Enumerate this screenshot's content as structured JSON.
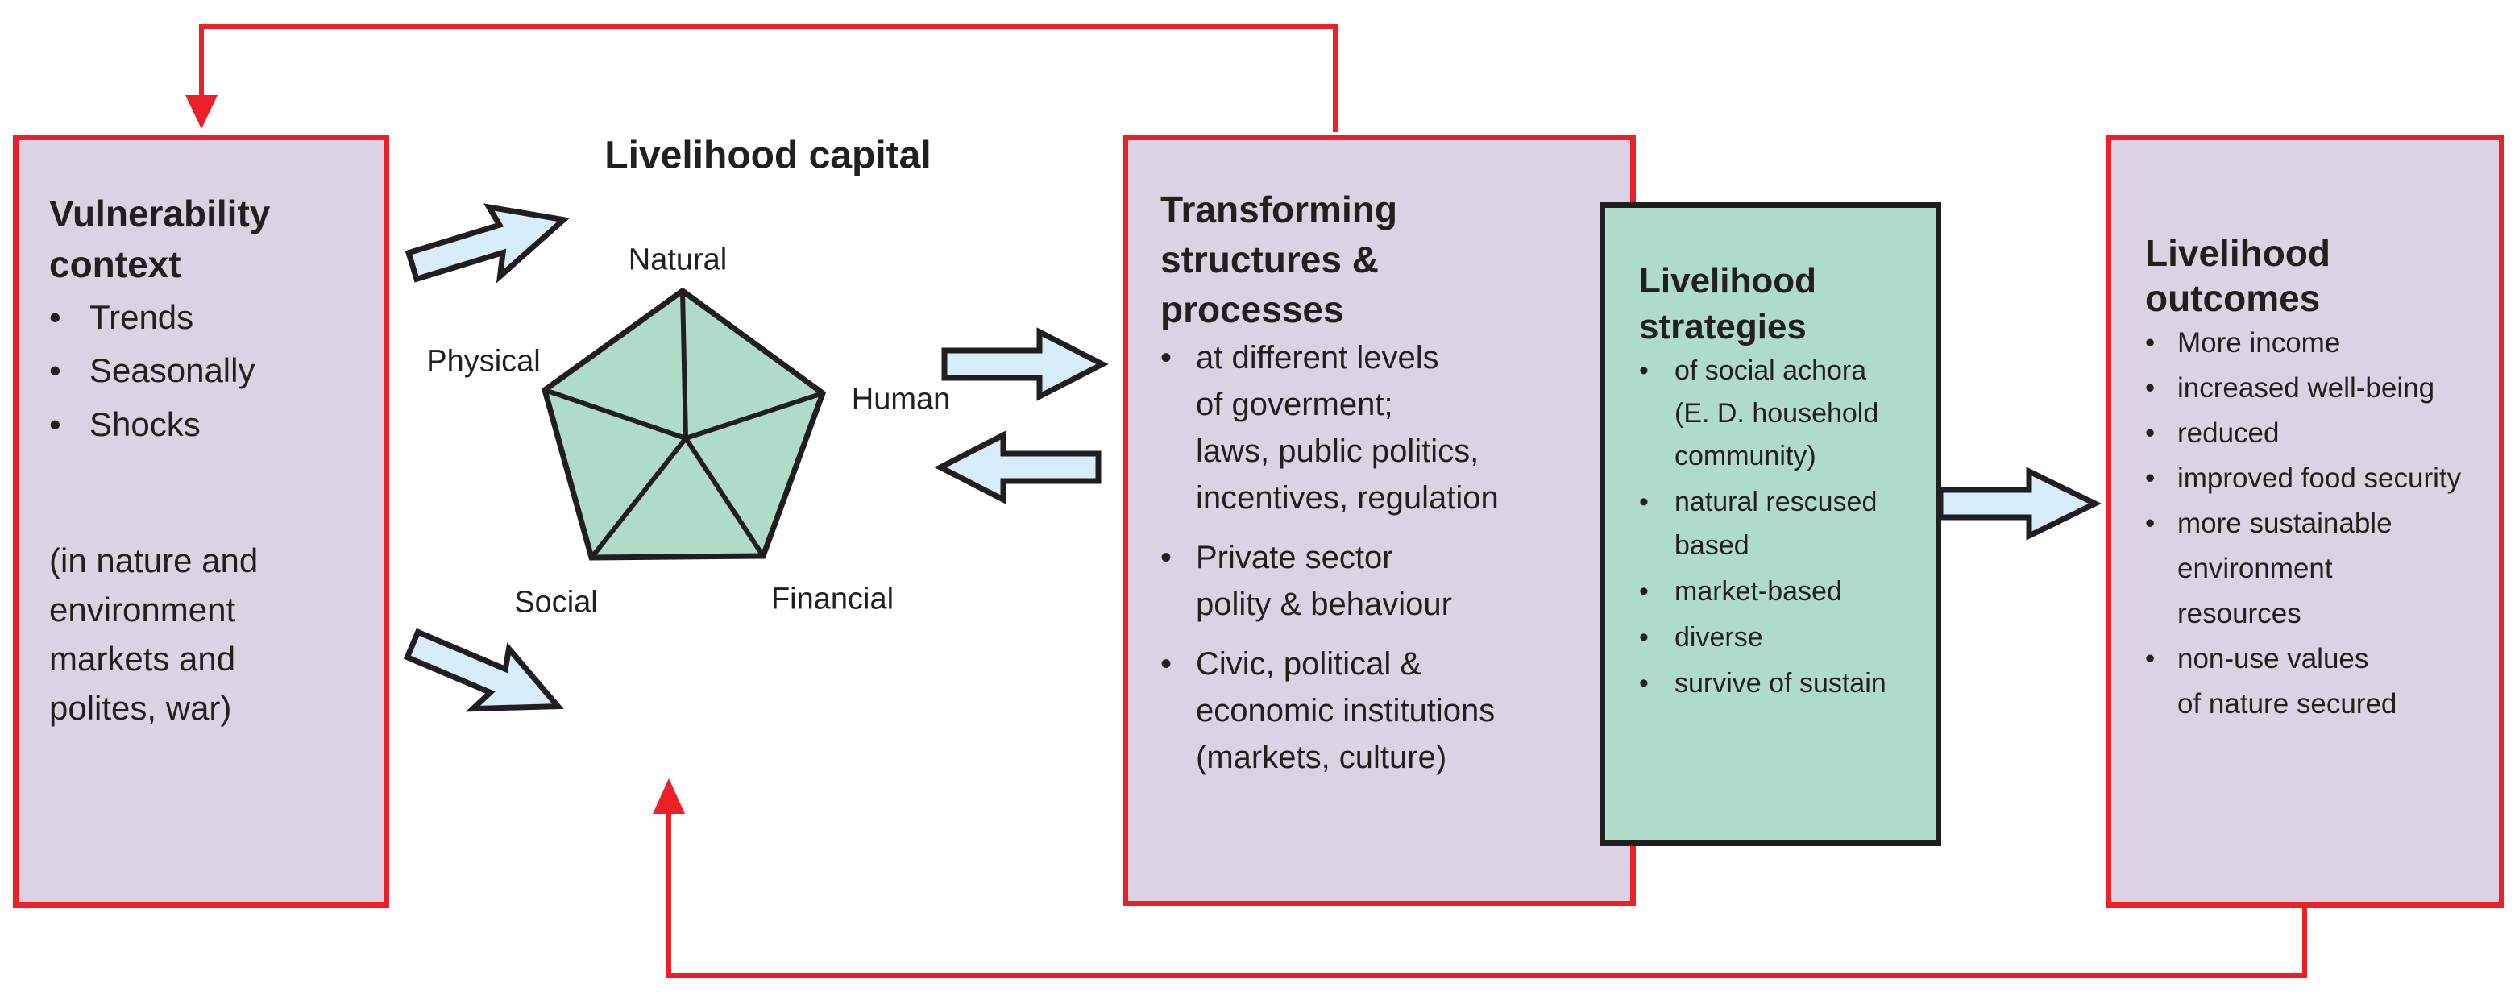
{
  "colors": {
    "box_fill_purple": "#dbd3e3",
    "box_border_red": "#ee2027",
    "green_fill": "#afdcc9",
    "black_outline": "#221e1f",
    "arrow_fill_blue": "#d8edfa",
    "feedback_line_red": "#ee2027",
    "text": "#231f20"
  },
  "vulnerability": {
    "title": "Vulnerability\ncontext",
    "items": [
      "Trends",
      "Seasonally",
      "Shocks"
    ],
    "note": "(in nature and\nenvironment\nmarkets and\npolites, war)"
  },
  "capital": {
    "title": "Livelihood capital",
    "labels": {
      "natural": "Natural",
      "physical": "Physical",
      "human": "Human",
      "social": "Social",
      "financial": "Financial"
    }
  },
  "transforming": {
    "title": "Transforming\nstructures &\nprocesses",
    "items": [
      "at different levels\nof goverment;\nlaws, public politics,\nincentives, regulation",
      "Private sector\npolity & behaviour",
      "Civic, political &\neconomic institutions\n(markets, culture)"
    ]
  },
  "strategies": {
    "title": "Livelihood\nstrategies",
    "items": [
      "of social achora\n(E. D. household\ncommunity)",
      "natural rescused\nbased",
      "market-based",
      "diverse",
      "survive of sustain"
    ]
  },
  "outcomes": {
    "title": "Livelihood\noutcomes",
    "items": [
      "More income",
      "increased well-being",
      "reduced",
      "improved food security",
      "more sustainable\nenvironment\nresources",
      "non-use values\nof nature secured"
    ]
  }
}
